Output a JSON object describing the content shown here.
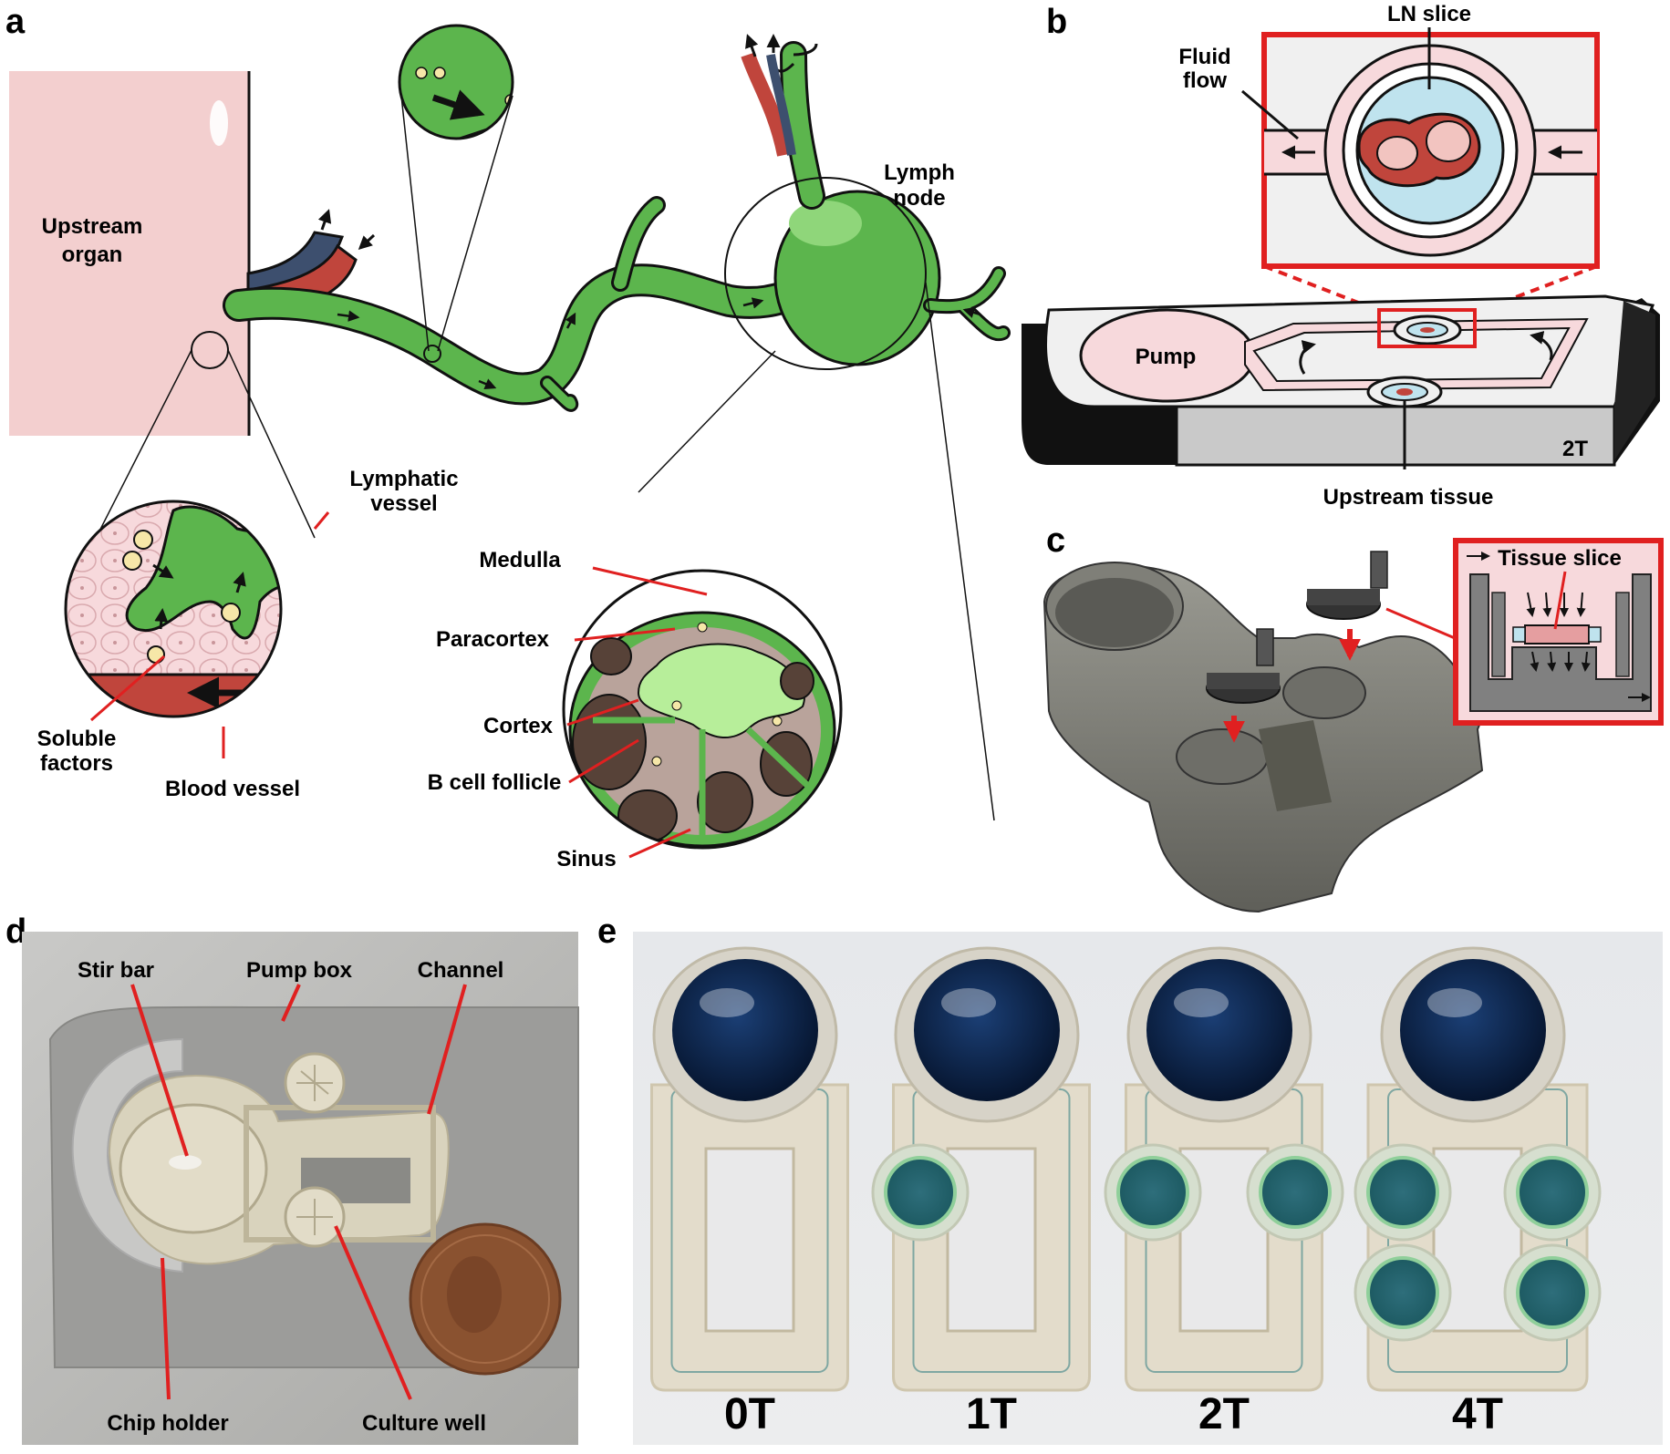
{
  "panels": {
    "a": {
      "label": "a",
      "upstream_organ": [
        "Upstream",
        "organ"
      ],
      "lymph_node": [
        "Lymph",
        "node"
      ],
      "lymphatic_vessel": [
        "Lymphatic",
        "vessel"
      ],
      "soluble_factors": [
        "Soluble",
        "factors"
      ],
      "blood_vessel": "Blood vessel",
      "medulla": "Medulla",
      "paracortex": "Paracortex",
      "cortex": "Cortex",
      "b_cell_follicle": "B cell follicle",
      "sinus": "Sinus"
    },
    "b": {
      "label": "b",
      "ln_slice": "LN slice",
      "fluid_flow": [
        "Fluid",
        "flow"
      ],
      "pump": "Pump",
      "chip_code": "2T",
      "upstream_tissue": "Upstream tissue"
    },
    "c": {
      "label": "c",
      "tissue_slice": "Tissue slice"
    },
    "d": {
      "label": "d",
      "stir_bar": "Stir bar",
      "pump_box": "Pump box",
      "channel": "Channel",
      "chip_holder": "Chip holder",
      "culture_well": "Culture well"
    },
    "e": {
      "label": "e",
      "chips": [
        "0T",
        "1T",
        "2T",
        "4T"
      ]
    }
  },
  "colors": {
    "lymph_green": "#5cb54d",
    "organ_pink": "#f2d0d0",
    "blood_red": "#c0453c",
    "vein_blue": "#3d4f6e",
    "callout_red": "#e02020",
    "fluid_blue": "#bfe3ee",
    "medulla_green": "#b7ee9a",
    "follicle_brown": "#574238",
    "paracortex_tan": "#b9a39b",
    "ink_blue": "#0d2a54"
  }
}
